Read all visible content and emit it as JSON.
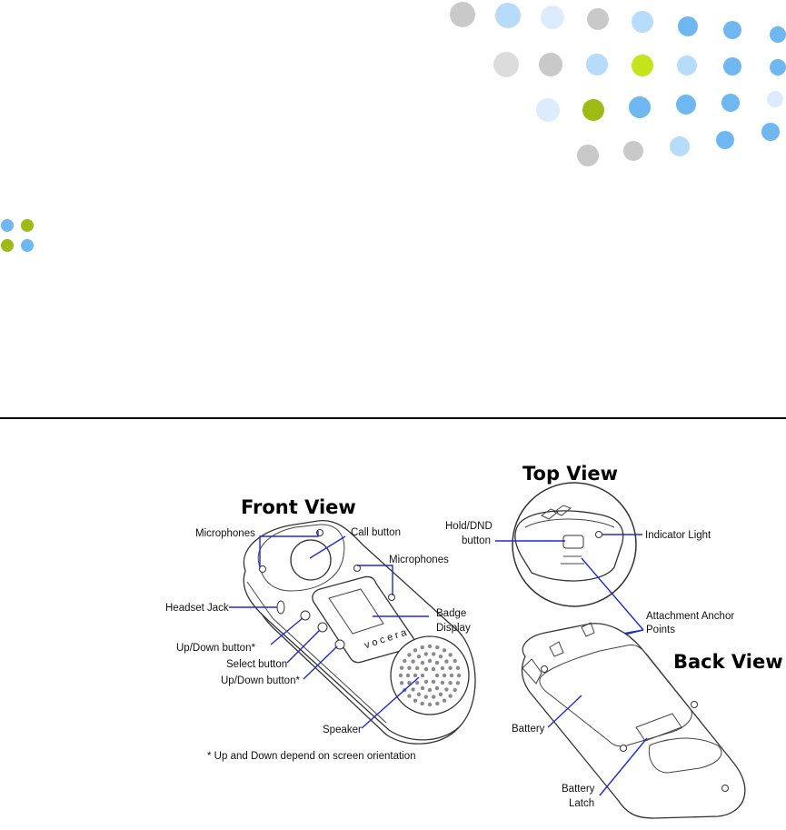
{
  "colors": {
    "dot_gray": "#c9c9c9",
    "dot_lightgray": "#dcdcdc",
    "dot_blue": "#6fb7f0",
    "dot_lightblue": "#b7dcfa",
    "dot_paleblue": "#dcecfc",
    "dot_green": "#9dbb14",
    "dot_lime": "#c6e41c",
    "leader_blue": "#1e2bd6",
    "divider": "#000000"
  },
  "titles": {
    "front": "Front View",
    "top": "Top View",
    "back": "Back View"
  },
  "labels": {
    "microphones_left": "Microphones",
    "call_button": "Call button",
    "microphones_right": "Microphones",
    "headset_jack": "Headset Jack",
    "badge_display_1": "Badge",
    "badge_display_2": "Display",
    "up_down_1": "Up/Down button*",
    "select_button": "Select button",
    "up_down_2": "Up/Down button*",
    "speaker": "Speaker",
    "hold_dnd_1": "Hold/DND",
    "hold_dnd_2": "button",
    "indicator_light": "Indicator Light",
    "anchor_1": "Attachment Anchor",
    "anchor_2": "Points",
    "battery": "Battery",
    "battery_latch_1": "Battery",
    "battery_latch_2": "Latch",
    "brand": "vocera"
  },
  "footnote": "* Up and Down depend on screen orientation"
}
